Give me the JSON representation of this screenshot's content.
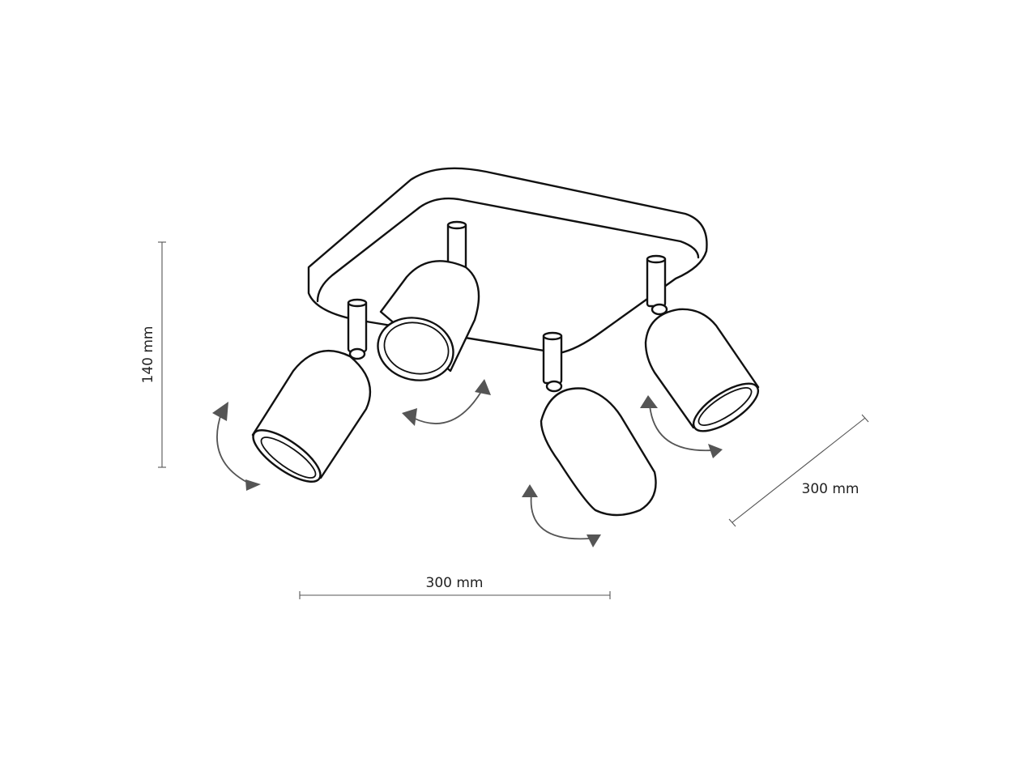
{
  "dimensions": {
    "height": "140 mm",
    "width": "300 mm",
    "depth": "300 mm"
  },
  "colors": {
    "line": "#111111",
    "dimension": "#555555",
    "arrow": "#555555",
    "background": "#ffffff"
  }
}
